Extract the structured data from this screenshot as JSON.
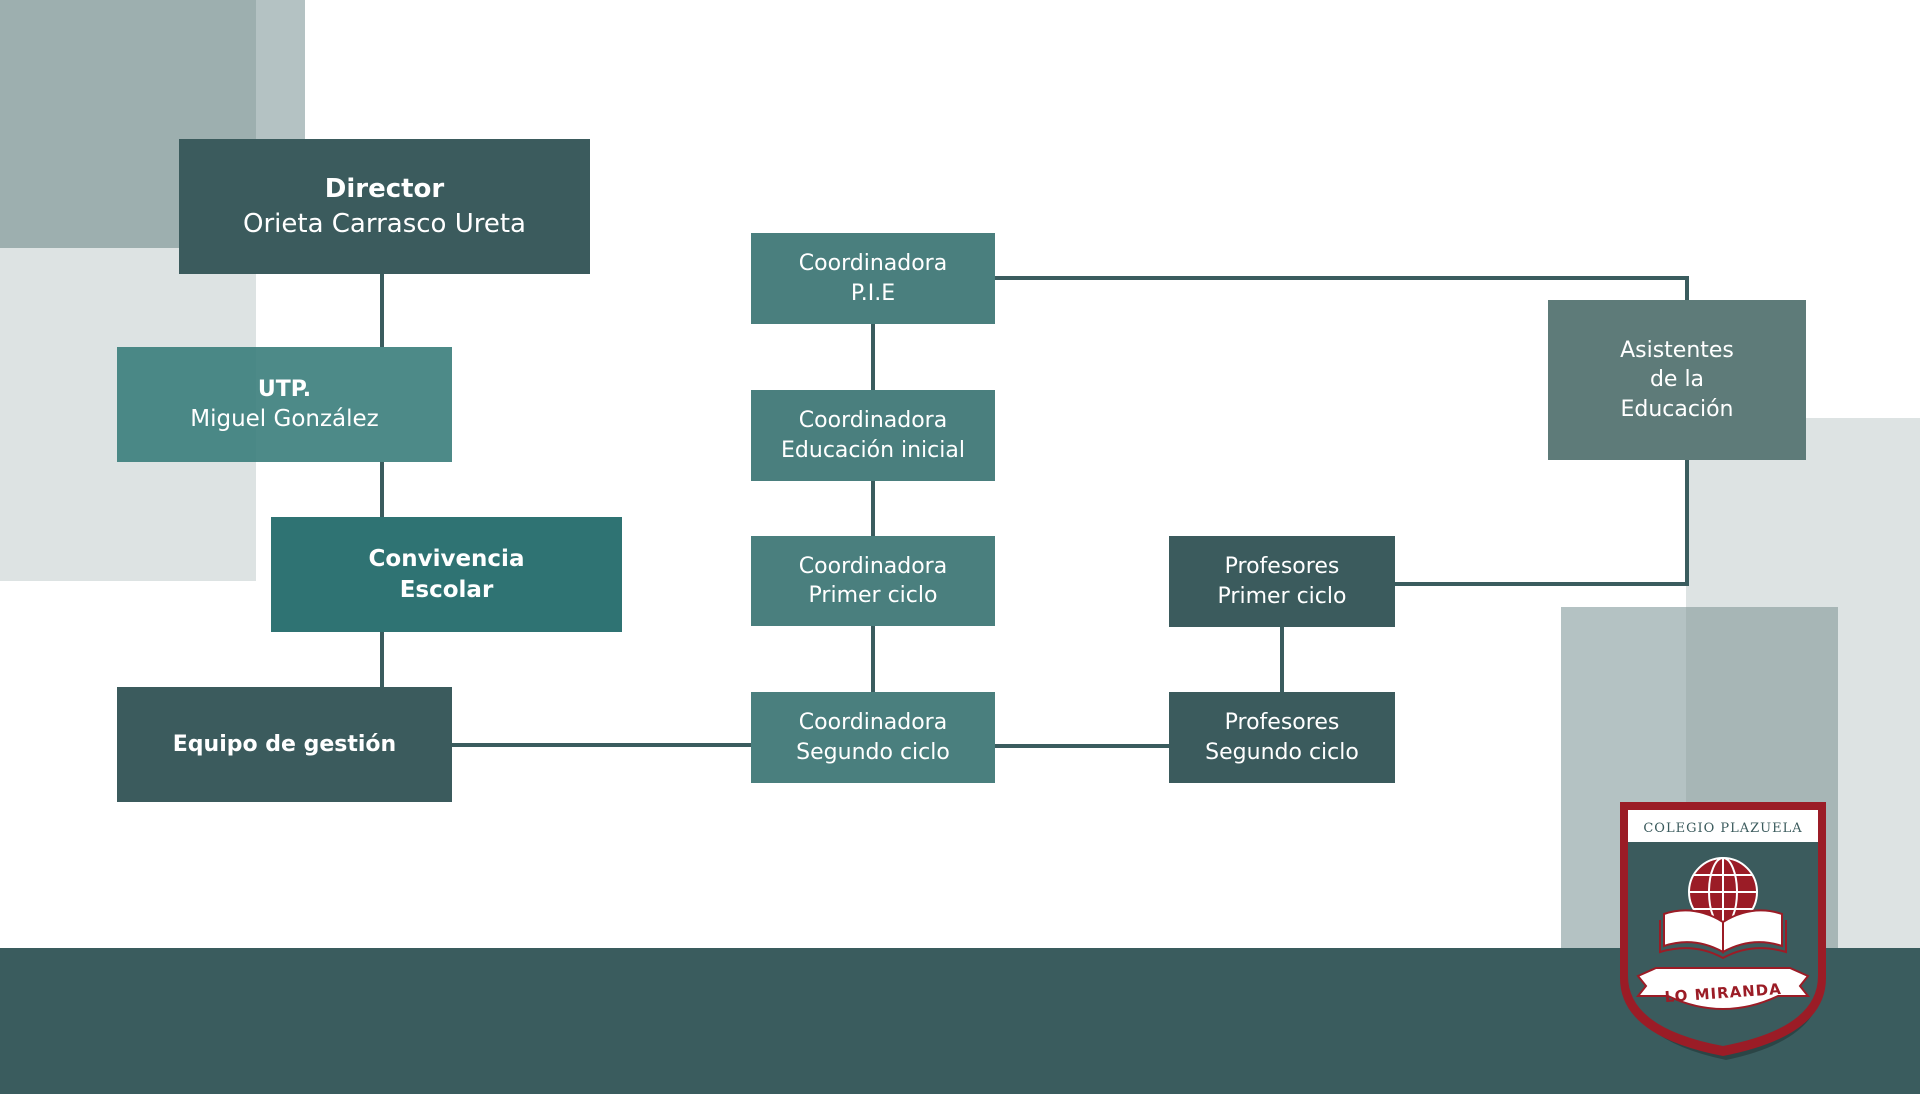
{
  "colors": {
    "background": "#ffffff",
    "band": "#3a5c5e",
    "box_dark": "#3b5b5d",
    "box_teal": "#4a7f7e",
    "box_teal_deep": "#2f7373",
    "box_grey": "#5e7b79",
    "connector": "#3a5c5e",
    "crest_red": "#9b1c26"
  },
  "nodes": {
    "director": {
      "title": "Director",
      "name": "Orieta Carrasco Ureta"
    },
    "utp": {
      "title": "UTP.",
      "name": "Miguel González"
    },
    "convivencia": {
      "line1": "Convivencia",
      "line2": "Escolar"
    },
    "equipo": {
      "label": "Equipo de gestión"
    },
    "coord_pie": {
      "line1": "Coordinadora",
      "line2": "P.I.E"
    },
    "coord_inicial": {
      "line1": "Coordinadora",
      "line2": "Educación inicial"
    },
    "coord_primer": {
      "line1": "Coordinadora",
      "line2": "Primer ciclo"
    },
    "coord_segundo": {
      "line1": "Coordinadora",
      "line2": "Segundo ciclo"
    },
    "prof_primer": {
      "line1": "Profesores",
      "line2": "Primer ciclo"
    },
    "prof_segundo": {
      "line1": "Profesores",
      "line2": "Segundo ciclo"
    },
    "asistentes": {
      "line1": "Asistentes",
      "line2": "de la",
      "line3": "Educación"
    }
  },
  "logo": {
    "top_text": "COLEGIO PLAZUELA",
    "banner_text": "LO MIRANDA"
  }
}
